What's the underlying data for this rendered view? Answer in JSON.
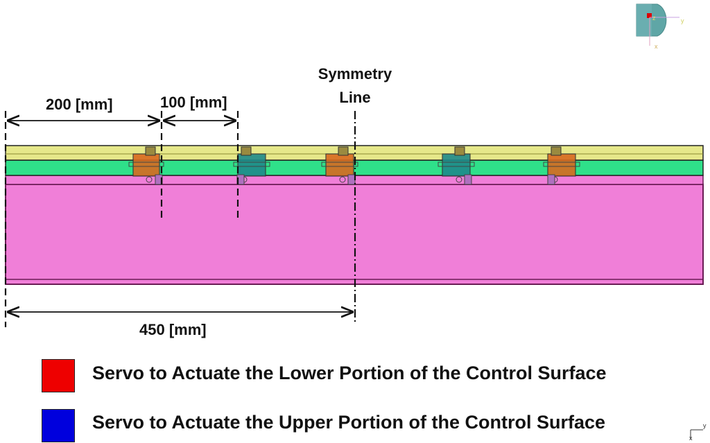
{
  "dimensions": {
    "d200": "200 [mm]",
    "d100": "100 [mm]",
    "d450": "450 [mm]"
  },
  "symmetry": {
    "line1": "Symmetry",
    "line2": "Line"
  },
  "legend": [
    {
      "label": "Servo to Actuate the Lower Portion of the Control Surface",
      "color": "#ee0000"
    },
    {
      "label": "Servo to Actuate the Upper Portion of the Control Surface",
      "color": "#0000dd"
    }
  ],
  "triad": {
    "y": "y",
    "z": "z",
    "x": "x"
  },
  "corner_axes": {
    "y": "y",
    "x": "x"
  },
  "colors": {
    "yellow_strip": "#e6e88a",
    "green_strip": "#2fe08a",
    "pink_body": "#f07fd8",
    "dark_line": "#6a1b55"
  },
  "servos": [
    {
      "type": "lower"
    },
    {
      "type": "upper"
    },
    {
      "type": "lower"
    },
    {
      "type": "upper"
    },
    {
      "type": "lower"
    }
  ]
}
